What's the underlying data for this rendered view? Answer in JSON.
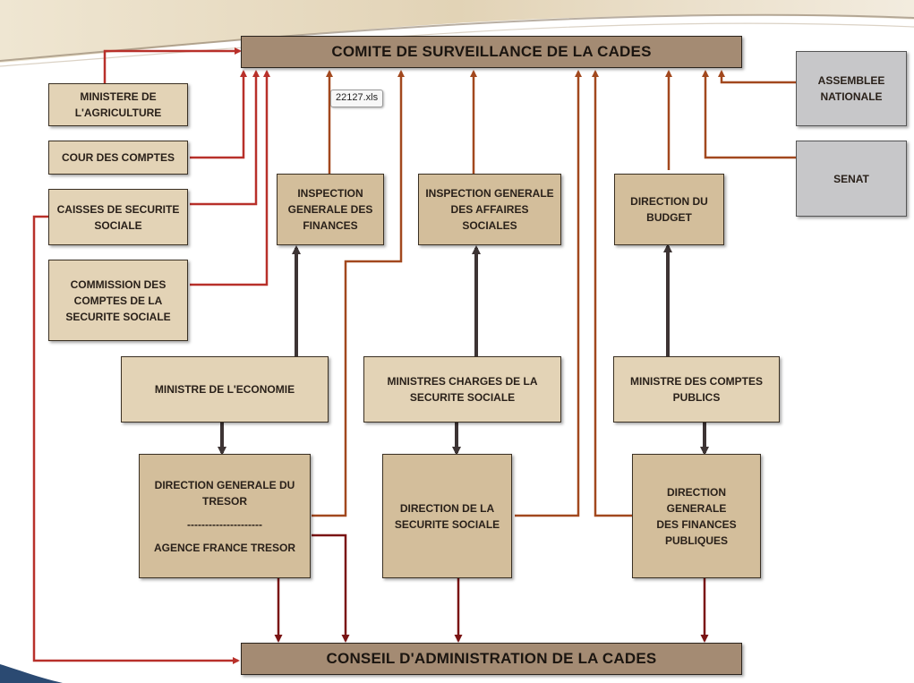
{
  "diagram": {
    "top_banner": "COMITE DE SURVEILLANCE DE LA CADES",
    "bottom_banner": "CONSEIL D'ADMINISTRATION DE LA CADES",
    "file_tooltip": "22127.xls",
    "left_column": [
      "MINISTERE DE\nL'AGRICULTURE",
      "COUR DES COMPTES",
      "CAISSES DE SECURITE\nSOCIALE",
      "COMMISSION DES\nCOMPTES DE LA\nSECURITE SOCIALE"
    ],
    "right_column": [
      "ASSEMBLEE\nNATIONALE",
      "SENAT"
    ],
    "inspections": [
      "INSPECTION\nGENERALE DES\nFINANCES",
      "INSPECTION GENERALE\nDES AFFAIRES SOCIALES",
      "DIRECTION DU\nBUDGET"
    ],
    "ministers": [
      "MINISTRE DE L'ECONOMIE",
      "MINISTRES CHARGES DE LA\nSECURITE SOCIALE",
      "MINISTRE DES COMPTES\nPUBLICS"
    ],
    "directions": {
      "tresor_top": "DIRECTION GENERALE DU\nTRESOR",
      "tresor_sep": "---------------------",
      "tresor_bottom": "AGENCE FRANCE TRESOR",
      "secu": "DIRECTION DE LA\nSECURITE SOCIALE",
      "dgfip": "DIRECTION GENERALE\nDES FINANCES\nPUBLIQUES"
    }
  },
  "colors": {
    "red_arrow": "#b8302a",
    "brown_arrow": "#a2481e",
    "dark_arrow": "#3d3434",
    "maroon_arrow": "#7a1414"
  }
}
